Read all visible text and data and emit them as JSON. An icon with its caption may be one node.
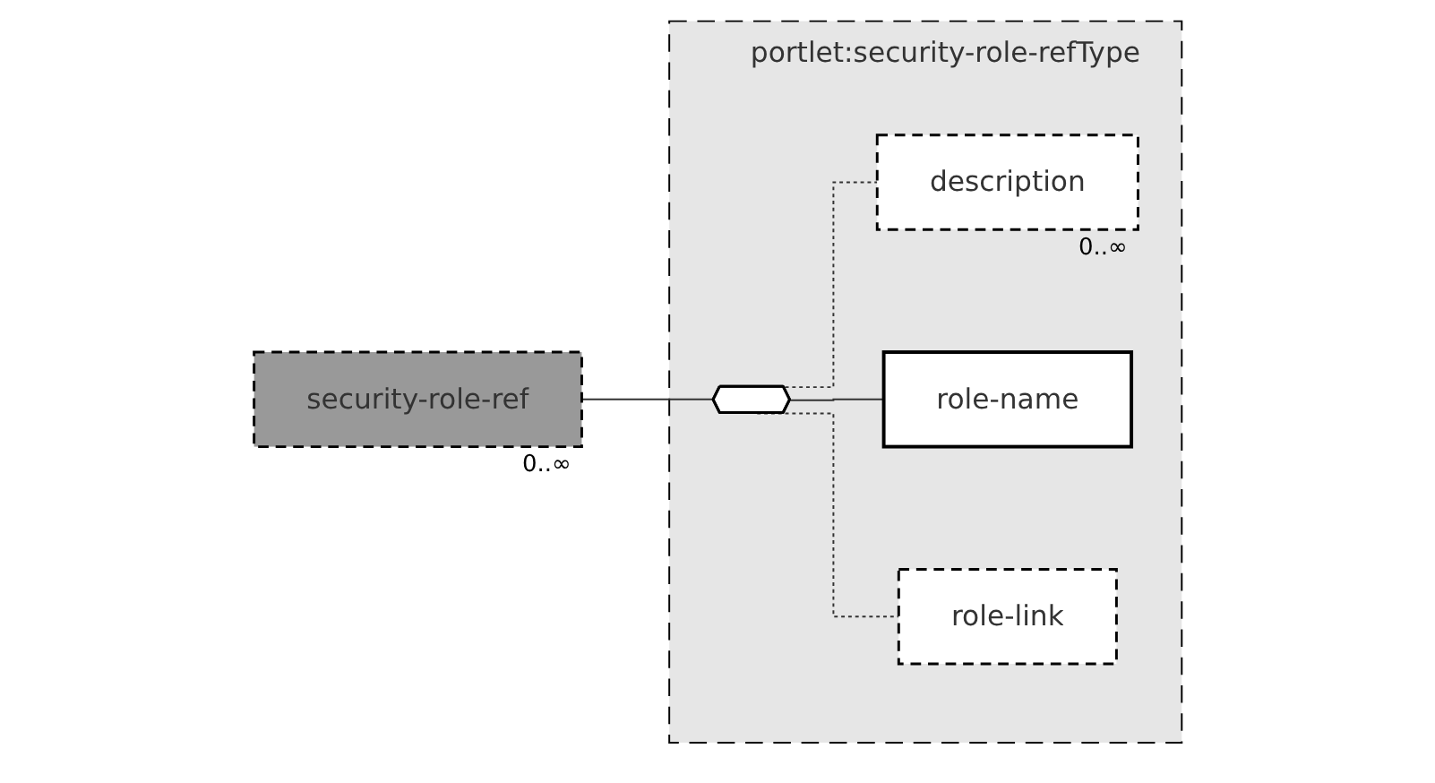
{
  "diagram": {
    "nodes": [
      {
        "text": [
          "security-role-ref"
        ],
        "beside": [
          "0..∞"
        ]
      },
      {
        "text": [
          "portlet:security-role-refType"
        ]
      },
      {
        "text": [],
        "shape": "octagon",
        "in": 1
      },
      {
        "text": [
          "description"
        ],
        "beside": [
          "0..∞"
        ],
        "in": 1
      },
      {
        "text": [
          "role-name"
        ],
        "in": 1
      },
      {
        "text": [
          "role-link"
        ],
        "in": 1
      }
    ],
    "edges": [
      {
        "from": 0,
        "to": 2,
        "arrow": "none"
      },
      {
        "from": 2,
        "to": 3,
        "arrow": "none",
        "style": "dashed"
      },
      {
        "from": 2,
        "to": 4,
        "arrow": "none"
      },
      {
        "from": 2,
        "to": 5,
        "arrow": "none",
        "style": "dashed"
      }
    ]
  }
}
